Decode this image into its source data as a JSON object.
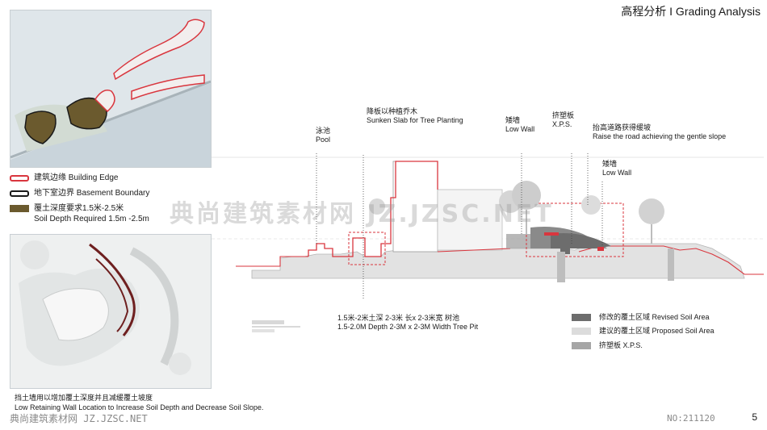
{
  "title": "高程分析 I Grading Analysis",
  "page_number": "5",
  "legend_top": {
    "building_edge": "建筑边缘 Building Edge",
    "basement_boundary": "地下室边界 Basement Boundary",
    "soil_depth_cn": "覆土深度要求1.5米-2.5米",
    "soil_depth_en": "Soil Depth Required 1.5m -2.5m"
  },
  "retaining_caption": {
    "cn": "挡土墙用以增加覆土深度并且减缓覆土坡度",
    "en": "Low Retaining Wall Location to Increase Soil Depth and Decrease Soil Slope."
  },
  "section_annotations": {
    "pool_cn": "泳池",
    "pool_en": "Pool",
    "sunken_cn": "降板以种植乔木",
    "sunken_en": "Sunken Slab for Tree Planting",
    "lowwall1_cn": "矮墙",
    "lowwall1_en": "Low Wall",
    "xps_cn": "挤塑板",
    "xps_en": "X.P.S.",
    "raise_cn": "抬高道路获得缓坡",
    "raise_en": "Raise the road achieving the gentle slope",
    "lowwall2_cn": "矮墙",
    "lowwall2_en": "Low Wall",
    "treepit_cn": "1.5米-2米土深  2-3米 长x 2-3米宽 树池",
    "treepit_en": "1.5-2.0M Depth  2-3M x 2-3M Width Tree Pit"
  },
  "legend_bottom": {
    "revised": "修改的覆土区域 Revised Soil Area",
    "proposed": "建议的覆土区域 Proposed Soil Area",
    "xps": "挤塑板 X.P.S."
  },
  "watermark": {
    "center": "典尚建筑素材网 JZ.JZSC.NET",
    "bottom_left": "典尚建筑素材网 JZ.JZSC.NET",
    "bottom_right": "NO:211120"
  },
  "colors": {
    "building_edge": "#d9363e",
    "basement_boundary": "#1a1a1a",
    "soil_depth": "#6b5a2e",
    "revised_soil": "#6d6d6d",
    "proposed_soil": "#dcdcdc",
    "xps": "#a6a6a6"
  }
}
